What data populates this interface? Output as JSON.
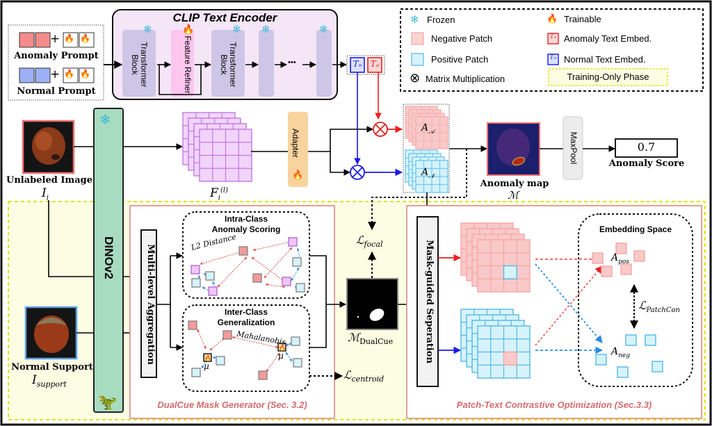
{
  "prompts": {
    "anomaly_label": "Anomaly Prompt",
    "normal_label": "Normal Prompt",
    "plus": "+"
  },
  "clip": {
    "title": "CLIP Text Encoder",
    "block1": "Transformer Block",
    "refiner": "Feature Refiner",
    "block2": "Transformer Block",
    "ellipsis": "•••"
  },
  "embeds": {
    "normal": "Tₙ",
    "anomaly": "Tₐ"
  },
  "legend": {
    "frozen": "Frozen",
    "trainable": "Trainable",
    "negative_patch": "Negative Patch",
    "positive_patch": "Positive Patch",
    "matrix_mult": "Matrix Multiplication",
    "anomaly_text_embed": "Anomaly Text Embed.",
    "normal_text_embed": "Normal Text Embed.",
    "training_only": "Training-Only Phase"
  },
  "inputs": {
    "unlabeled_label": "Unlabeled Image",
    "unlabeled_symbol": "I",
    "unlabeled_sub": "i",
    "support_label": "Normal Support",
    "support_symbol": "I",
    "support_sub": "support"
  },
  "backbone": {
    "name": "DINOv2"
  },
  "features": {
    "symbol": "F",
    "sub": "i",
    "sup": "(l)"
  },
  "adapter": {
    "label": "Adapter"
  },
  "maps": {
    "anomaly_symbol": "A",
    "anomaly_sub": "𝒜",
    "normal_symbol": "A",
    "normal_sub": "𝒩",
    "anomaly_map_label": "Anomaly map",
    "anomaly_map_symbol": "ℳ"
  },
  "output": {
    "maxpool": "MaxPool",
    "score_value": "0.7",
    "score_label": "Anomaly Score"
  },
  "dualcue": {
    "aggregation": "Multi-level Aggregation",
    "intra_title_1": "Intra-Class",
    "intra_title_2": "Anomaly Scoring",
    "l2": "L2 Distance",
    "inter_title_1": "Inter-Class",
    "inter_title_2": "Generalization",
    "mahalanobis": "Mahalanobis",
    "mu": "μ",
    "mask_symbol": "ℳ",
    "mask_sub": "DualCue",
    "section_title": "DualCue Mask Generator (Sec. 3.2)"
  },
  "losses": {
    "focal_symbol": "ℒ",
    "focal_sub": "focal",
    "centroid_symbol": "ℒ",
    "centroid_sub": "centroid",
    "patchcon_symbol": "ℒ",
    "patchcon_sub": "PatchCon"
  },
  "contrastive": {
    "separation": "Mask-guided Seperation",
    "embedding_title": "Embedding Space",
    "pos_symbol": "A",
    "pos_sub": "pos",
    "neg_symbol": "A",
    "neg_sub": "neg",
    "section_title": "Patch-Text Contrastive Optimization (Sec.3.3)"
  },
  "icons": {
    "snowflake": "❄",
    "flame": "🔥",
    "dino": "🦖",
    "otimes": "⊗"
  },
  "colors": {
    "anomaly_red": "#e8211f",
    "normal_blue": "#1a1ae6",
    "negative_patch": "#f9c9c9",
    "positive_patch": "#d6f3fb",
    "training_bg": "#fdfde3",
    "training_border": "#d6e51a",
    "dinov2_green": "#a8dcc0",
    "clip_bg": "#f5e6f7",
    "section_title": "#d46b6b"
  }
}
